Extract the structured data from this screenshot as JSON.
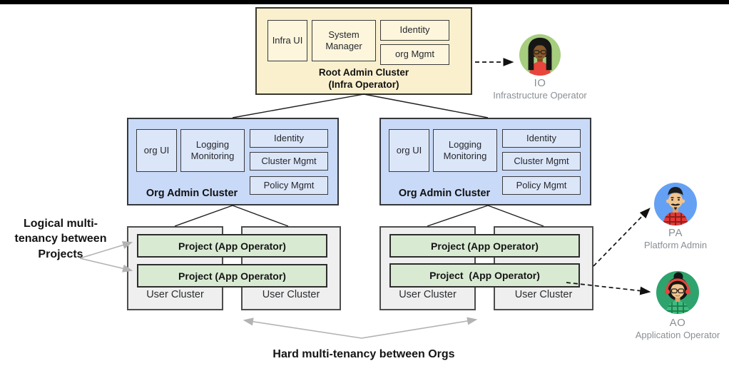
{
  "colors": {
    "top_bar": "#000000",
    "root_fill": "#faf0ce",
    "root_inner_fill": "#fdf6dd",
    "org_fill": "#c9daf8",
    "org_inner_fill": "#dce6f9",
    "user_fill": "#efefef",
    "project_fill": "#d9ead3",
    "connector": "#1f1f1f",
    "annotation_arrow": "#b3b3b3",
    "dashed_arrow": "#111111"
  },
  "root_cluster": {
    "components": [
      "Infra UI",
      "System Manager",
      "Identity",
      "org Mgmt"
    ],
    "title_line1": "Root Admin Cluster",
    "title_line2": "(Infra Operator)"
  },
  "org_clusters": [
    {
      "title": "Org Admin Cluster",
      "components": [
        "org UI",
        "Logging Monitoring",
        "Identity",
        "Cluster Mgmt",
        "Policy Mgmt"
      ]
    },
    {
      "title": "Org Admin Cluster",
      "components": [
        "org UI",
        "Logging Monitoring",
        "Identity",
        "Cluster Mgmt",
        "Policy Mgmt"
      ]
    }
  ],
  "user_groups": [
    {
      "projects": [
        "Project (App Operator)",
        "Project (App Operator)"
      ],
      "user_clusters": [
        "User Cluster",
        "User Cluster"
      ]
    },
    {
      "projects": [
        "Project (App Operator)",
        "Project  (App Operator)"
      ],
      "user_clusters": [
        "User Cluster",
        "User Cluster"
      ]
    }
  ],
  "annotations": {
    "logical_multitenancy": "Logical multi-tenancy between Projects",
    "hard_multitenancy": "Hard multi-tenancy between Orgs"
  },
  "personas": [
    {
      "abbr": "IO",
      "role": "Infrastructure Operator",
      "circle_color": "#a6ce7e"
    },
    {
      "abbr": "PA",
      "role": "Platform Admin",
      "circle_color": "#64a1f4"
    },
    {
      "abbr": "AO",
      "role": "Application Operator",
      "circle_color": "#2fa36d"
    }
  ]
}
